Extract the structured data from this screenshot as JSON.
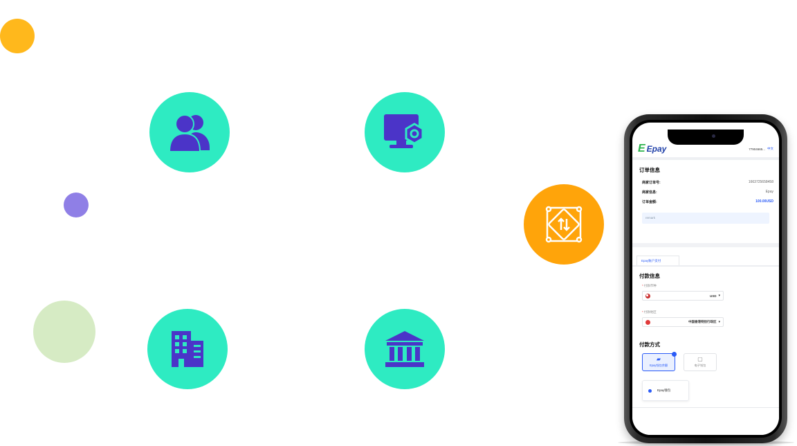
{
  "colors": {
    "teal": "#2EEBC2",
    "icon_purple": "#4B34C8",
    "orange": "#FFA40A",
    "yellow_dot": "#FFB81C",
    "purple_dot": "#8F7FE6",
    "green_dot": "#D6EBC4",
    "accent_blue": "#2A5BF7"
  },
  "features": [
    {
      "icon": "users-icon"
    },
    {
      "icon": "screen-settings-icon"
    },
    {
      "icon": "building-icon"
    },
    {
      "icon": "bank-icon"
    }
  ],
  "exchange": {
    "icon": "exchange-icon"
  },
  "phone": {
    "header": {
      "brand_mark": "E",
      "brand_name": "Epay",
      "account": "77904665...",
      "lang": "中文"
    },
    "order_info": {
      "title": "订单信息",
      "rows": [
        {
          "label": "商家订单号:",
          "value": "1663725658458"
        },
        {
          "label": "商家信息:",
          "value": "Epay"
        },
        {
          "label": "订单金额:",
          "value": "100.00USD"
        }
      ],
      "remark_placeholder": "remark"
    },
    "tab_label": "Epay账户支付",
    "payment_info": {
      "title": "付款信息",
      "currency_label": "付款币种",
      "currency_value": "USD",
      "region_label": "付款地区",
      "region_value": "中国香港特别行政区"
    },
    "payment_method": {
      "title": "付款方式",
      "options": [
        "Epay钱包余额",
        "电子钱包"
      ],
      "wallet_option": "Epay钱包"
    }
  }
}
